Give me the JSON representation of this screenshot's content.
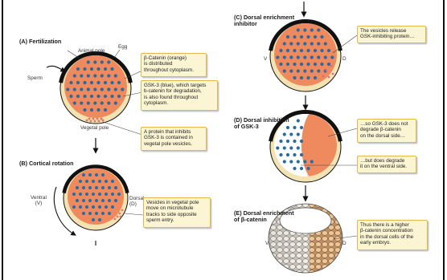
{
  "panels": {
    "a": {
      "title": "(A) Fertilization",
      "animal_pole": "Animal pole",
      "egg": "Egg",
      "sperm": "Sperm",
      "vegetal_pole": "Vegetal pole",
      "callout_beta": "β-Catenin (orange)\nis distributed\nthroughout cytoplasm.",
      "callout_gsk": "GSK-3 (blue), which targets\nb-catenin for degradation,\nis also found throughout\ncytoplasm.",
      "callout_protein": "A protein that inhibits\nGSK-3 is contained in\nvegetal pole vesicles."
    },
    "b": {
      "title": "(B) Cortical rotation",
      "ventral": "Ventral\n(V)",
      "dorsal": "Dorsal\n(D)",
      "callout": "Vesicles in vegetal pole\nmove on microtubule\ntracks to side opposite\nsperm entry."
    },
    "c": {
      "title": "(C) Dorsal enrichment\ninhibitor",
      "v": "V",
      "d": "D",
      "callout": "The vesicles release\nGSK-inhibiting protein…"
    },
    "d": {
      "title": "(D) Dorsal inhibition\nof GSK-3",
      "callout_1": "…so GSK-3 does not\ndegrade β-catenin\non the dorsal side…",
      "callout_2": "…but does degrade\nit on the ventral side."
    },
    "e": {
      "title": "(E) Dorsal enrichment\nof β-catenin",
      "v": "V",
      "d": "D",
      "callout": "Thus there is a higher\nβ-catenin concentration\nin the dorsal cells of the\nearly embryo."
    }
  },
  "colors": {
    "beta_catenin": "#ef8a5e",
    "gsk3": "#2b6a9e",
    "vegetal_cytoplasm": "#f4e3b2",
    "cortex": "#111111",
    "callout_bg": "#fbf5d4",
    "callout_border": "#e3b84a"
  }
}
